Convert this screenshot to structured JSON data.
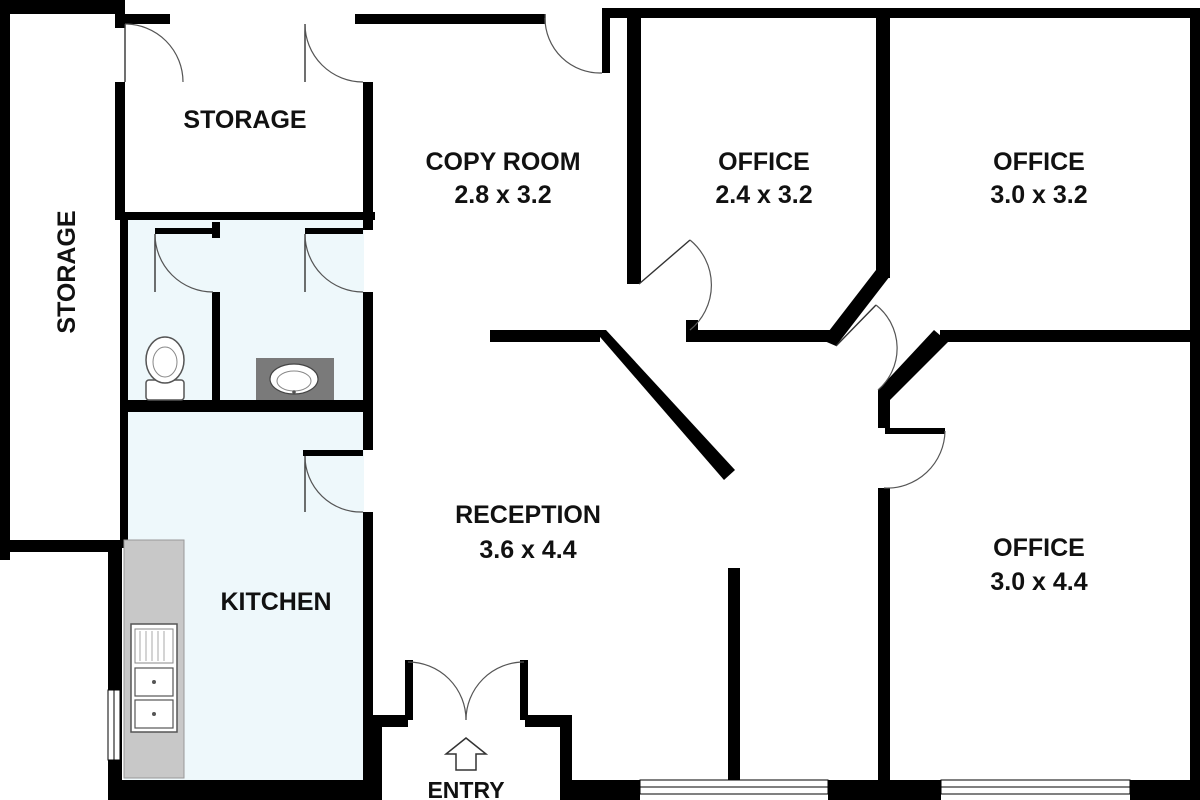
{
  "title": "",
  "rooms": [
    {
      "id": "storage-top",
      "name": "STORAGE",
      "dims": ""
    },
    {
      "id": "storage-left",
      "name": "STORAGE",
      "dims": ""
    },
    {
      "id": "copy-room",
      "name": "COPY ROOM",
      "dims": "2.8 x 3.2"
    },
    {
      "id": "office-a",
      "name": "OFFICE",
      "dims": "2.4 x 3.2"
    },
    {
      "id": "office-b",
      "name": "OFFICE",
      "dims": "3.0 x 3.2"
    },
    {
      "id": "reception",
      "name": "RECEPTION",
      "dims": "3.6 x 4.4"
    },
    {
      "id": "office-c",
      "name": "OFFICE",
      "dims": "3.0 x 4.4"
    },
    {
      "id": "kitchen",
      "name": "KITCHEN",
      "dims": ""
    }
  ],
  "entry_label": "ENTRY",
  "colors": {
    "wall": "#000000",
    "wet_area_fill": "#eef8fb",
    "counter": "#c8c8c8",
    "vanity": "#7a7a7a"
  }
}
